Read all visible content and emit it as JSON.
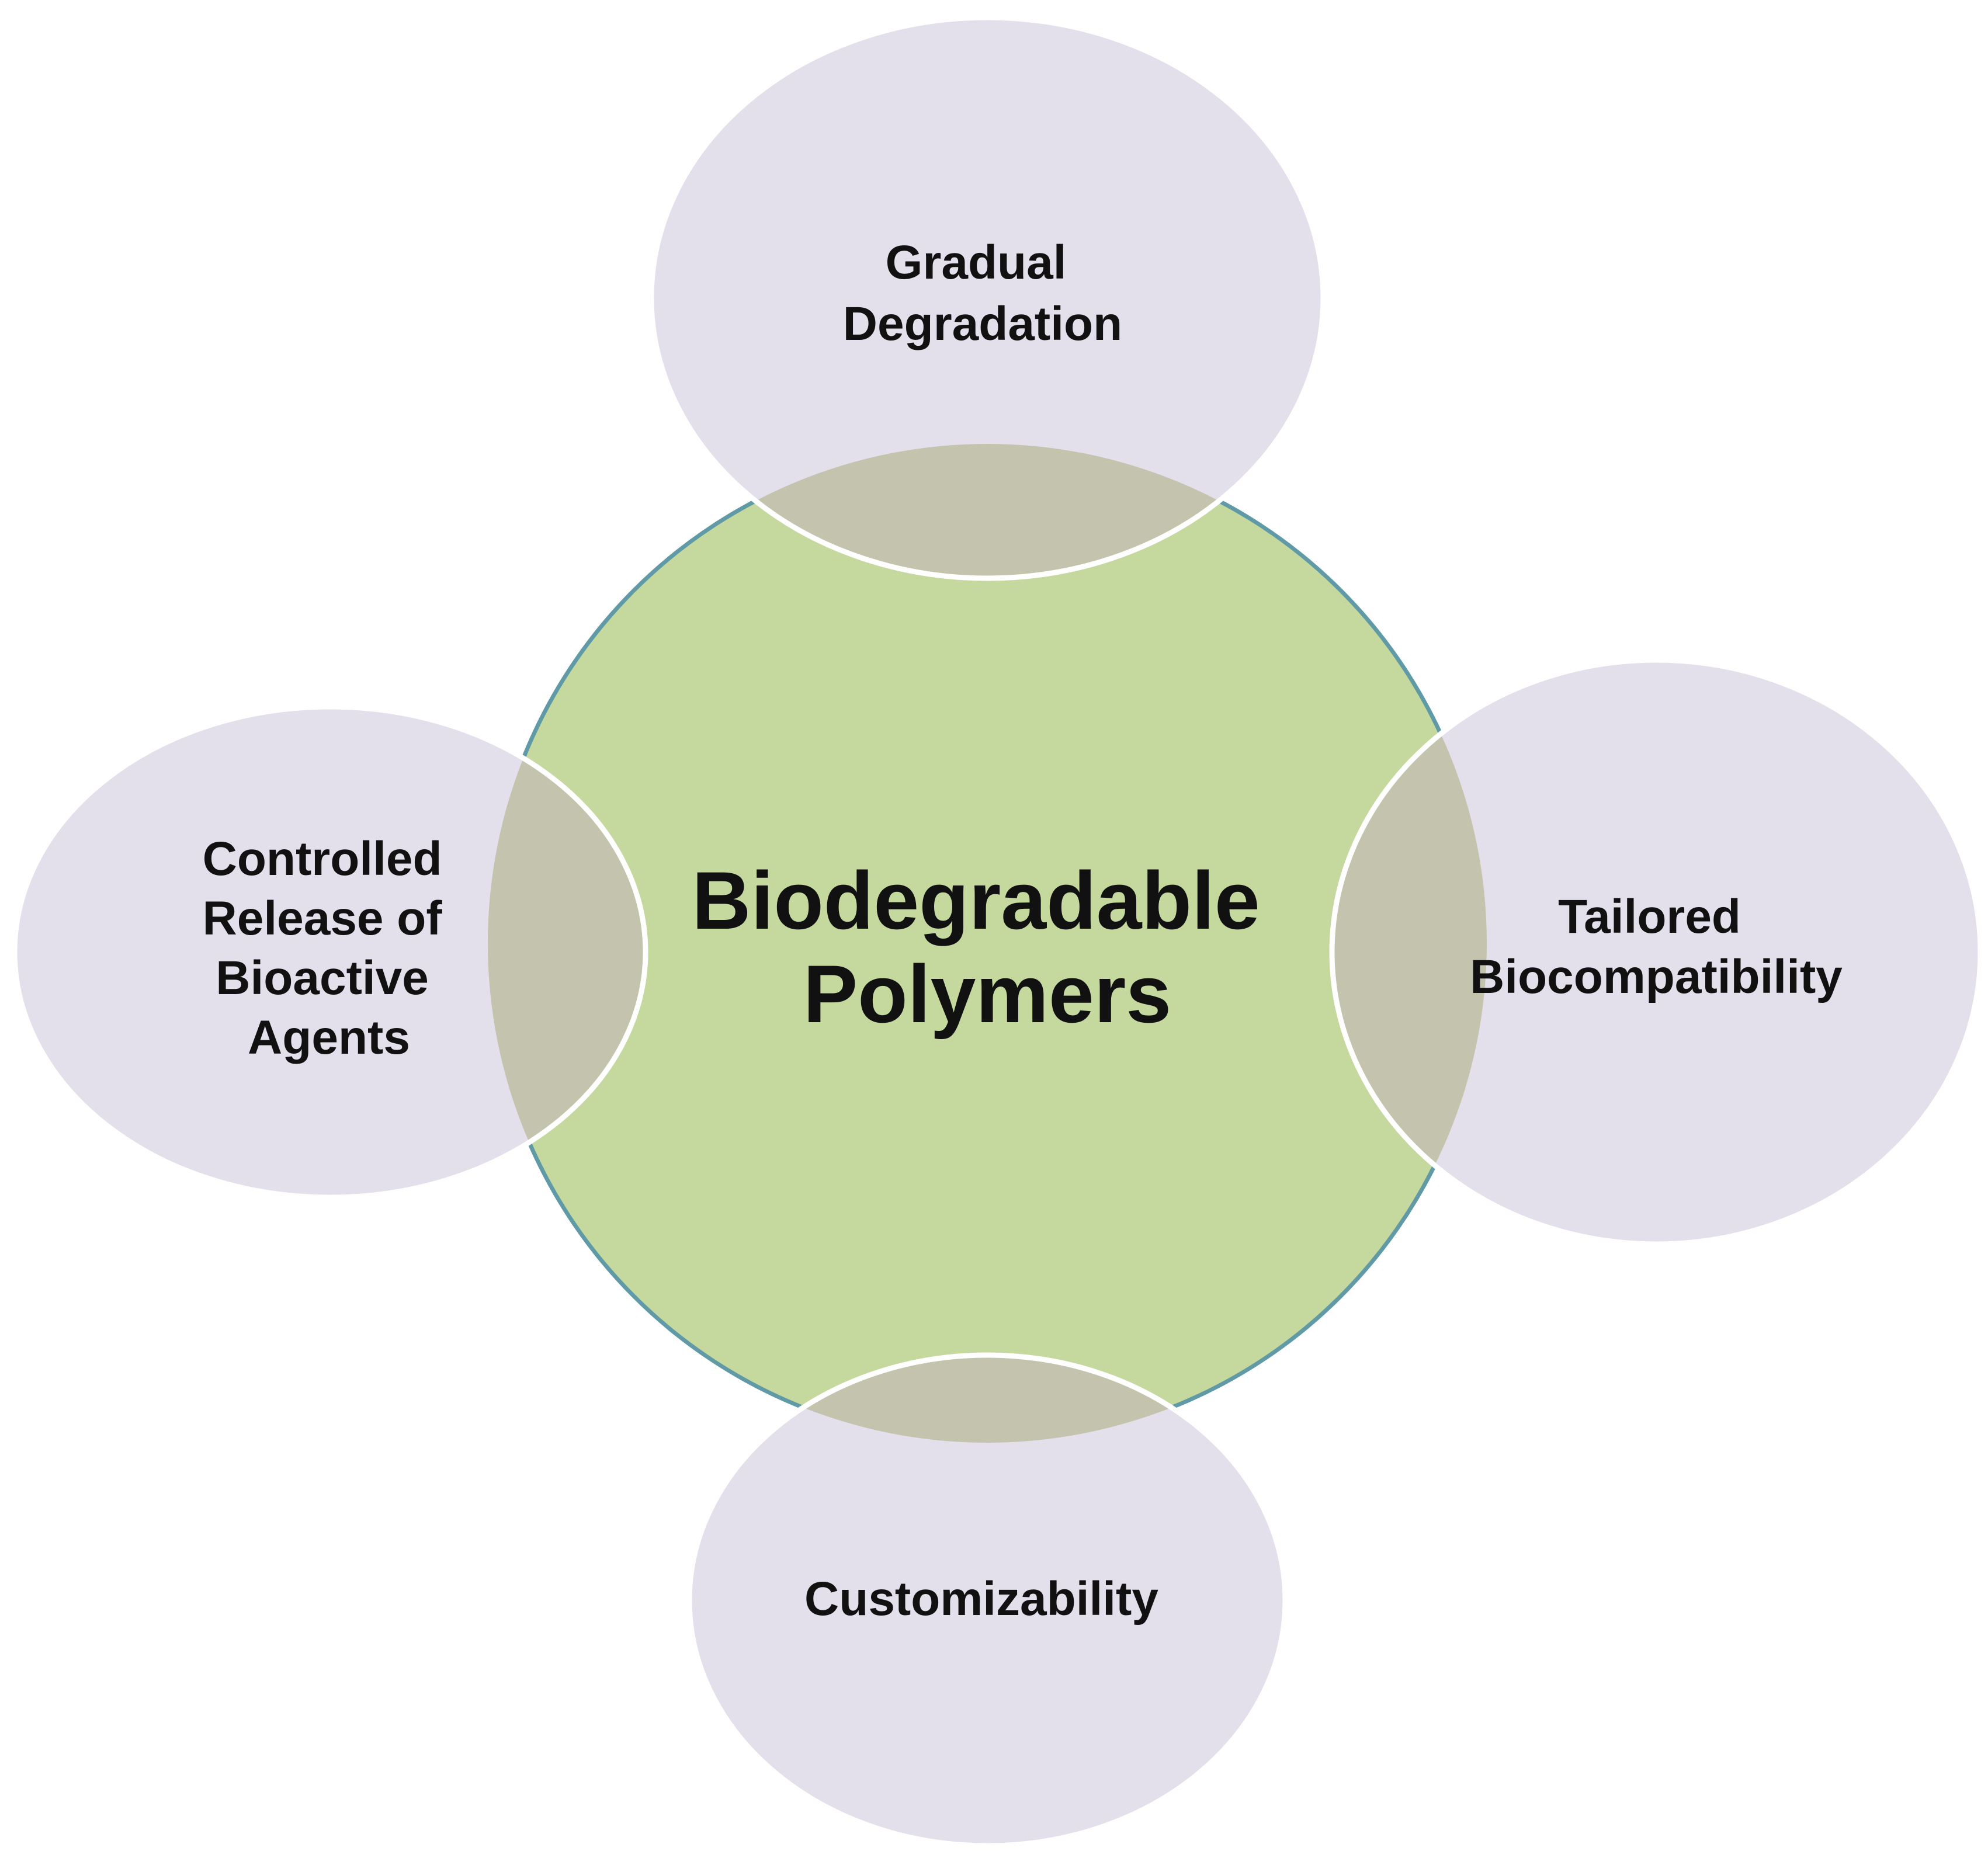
{
  "diagram": {
    "center": {
      "line1": "Biodegradable",
      "line2": "Polymers"
    },
    "satellites": {
      "top": {
        "line1": "Gradual",
        "line2": "Degradation"
      },
      "left": {
        "line1": "Controlled",
        "line2": "Release of",
        "line3": "Bioactive",
        "line4": "Agents"
      },
      "right": {
        "line1": "Tailored",
        "line2": "Biocompatibility"
      },
      "bottom": {
        "line1": "Customizability"
      }
    },
    "colors": {
      "center_fill": "#c5d89e",
      "center_stroke": "#5f9aa6",
      "satellite_fill": "#e3dfeb",
      "overlap_fill": "#c3c3ae",
      "satellite_stroke": "#ffffff",
      "text": "#111111"
    }
  }
}
